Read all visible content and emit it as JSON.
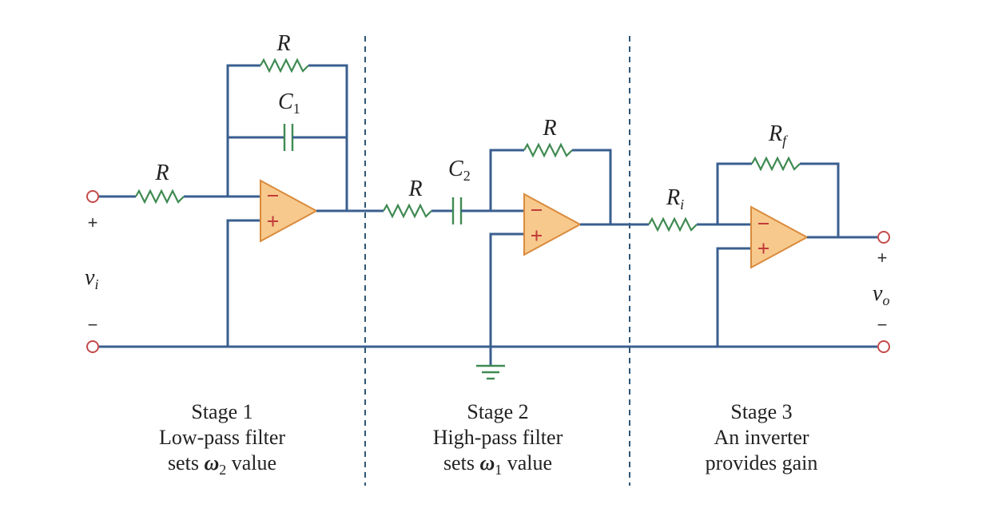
{
  "components": {
    "stage1_feedback_resistor": "R",
    "stage1_feedback_capacitor": {
      "main": "C",
      "sub": "1"
    },
    "stage1_input_resistor": "R",
    "stage2_series_resistor": "R",
    "stage2_series_capacitor": {
      "main": "C",
      "sub": "2"
    },
    "stage2_feedback_resistor": "R",
    "stage3_input_resistor": {
      "main": "R",
      "sub": "i"
    },
    "stage3_feedback_resistor": {
      "main": "R",
      "sub": "f"
    }
  },
  "opamp": {
    "minus": "−",
    "plus": "+"
  },
  "input": {
    "label": "v",
    "sub": "i",
    "plus": "+",
    "minus": "−"
  },
  "output": {
    "label": "v",
    "sub": "o",
    "plus": "+",
    "minus": "−"
  },
  "stages": [
    {
      "title": "Stage 1",
      "line2": "Low-pass filter",
      "line3_pre": "sets ",
      "omega": "ω",
      "omega_sub": "2",
      "line3_post": " value"
    },
    {
      "title": "Stage 2",
      "line2": "High-pass filter",
      "line3_pre": "sets ",
      "omega": "ω",
      "omega_sub": "1",
      "line3_post": " value"
    },
    {
      "title": "Stage 3",
      "line2": "An inverter",
      "line3": "provides gain"
    }
  ],
  "colors": {
    "wire": "#3a5f8f",
    "resistor": "#3f8a52",
    "opamp_fill": "#f7c98c",
    "opamp_stroke": "#d98a3c",
    "terminal": "#c44a4a",
    "divider": "#2f5676"
  }
}
